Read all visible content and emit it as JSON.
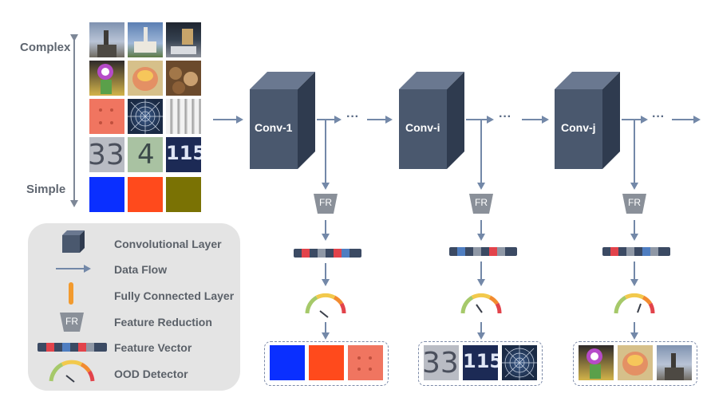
{
  "axis": {
    "top_label": "Complex",
    "bottom_label": "Simple"
  },
  "layers": [
    {
      "label": "Conv-1"
    },
    {
      "label": "Conv-i"
    },
    {
      "label": "Conv-j"
    }
  ],
  "ellipsis": "···",
  "fr_label": "FR",
  "legend": {
    "conv": "Convolutional Layer",
    "flow": "Data Flow",
    "fc": "Fully Connected Layer",
    "fr": "Feature Reduction",
    "fr_icon_text": "FR",
    "vector": "Feature Vector",
    "ood": "OOD Detector"
  },
  "colors": {
    "cube_front": "#4a586e",
    "cube_side": "#2f3b4f",
    "cube_top": "#6a7890",
    "arrow": "#7388a8",
    "fr_fill": "#8a9099",
    "blue": "#0a2fff",
    "orange": "#ff4a1c",
    "olive": "#7a7204",
    "legend_bg": "#e4e4e4"
  },
  "images": {
    "row1": [
      "church-sky",
      "church",
      "bedroom"
    ],
    "row2": [
      "toy-flower",
      "cake",
      "teddy-bears"
    ],
    "row3": [
      "orange-fabric",
      "spiderweb",
      "pleated-paper"
    ],
    "row4": [
      "digits-33",
      "digit-4",
      "digits-115"
    ],
    "row5": [
      "solid-blue",
      "solid-orange",
      "solid-olive"
    ]
  },
  "outputs": [
    [
      "solid-blue",
      "solid-orange",
      "orange-fabric"
    ],
    [
      "digits-33",
      "digits-115",
      "spiderweb"
    ],
    [
      "toy-flower",
      "cake",
      "church-sky"
    ]
  ],
  "digit_texts": {
    "d33": "33",
    "d4": "4",
    "d115": "115"
  }
}
